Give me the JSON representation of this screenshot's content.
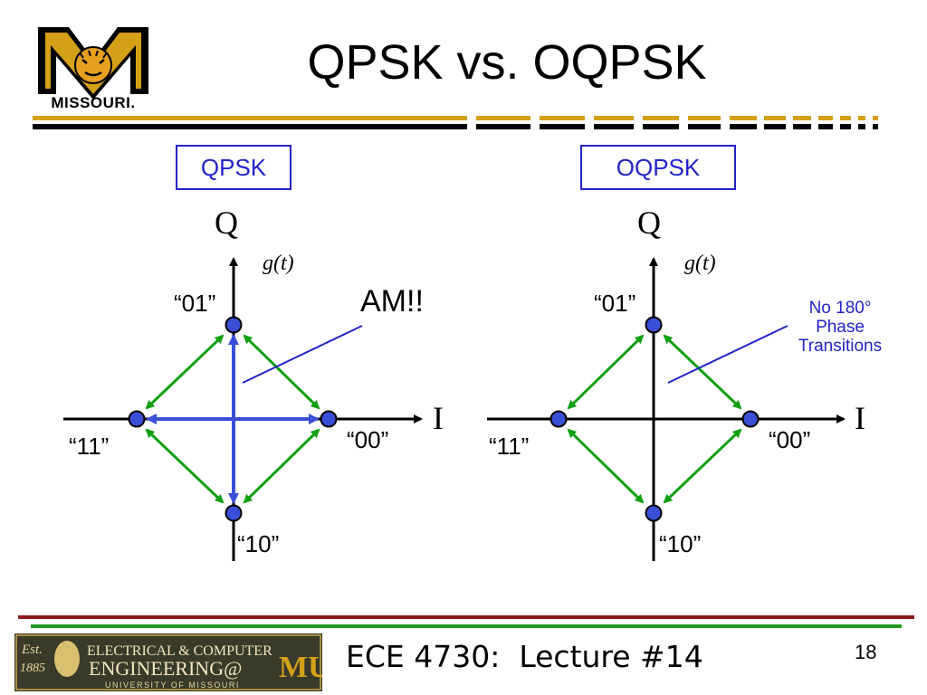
{
  "slide": {
    "title": "QPSK vs. OQPSK",
    "logo_text": "MISSOURI.",
    "footer_logo": {
      "est": "Est.",
      "year": "1885",
      "line1": "ELECTRICAL & COMPUTER",
      "line2": "ENGINEERING@",
      "mu": "MU",
      "line3": "UNIVERSITY OF MISSOURI"
    },
    "footer_text": "ECE 4730:  Lecture #14",
    "page_number": "18"
  },
  "diagrams": {
    "left": {
      "label": "QPSK",
      "q_axis": "Q",
      "i_axis": "I",
      "gt": "g(t)",
      "symbols": {
        "top": "“01”",
        "left": "“11”",
        "right": "“00”",
        "bottom": "“10”"
      },
      "annotation": "AM!!"
    },
    "right": {
      "label": "OQPSK",
      "q_axis": "Q",
      "i_axis": "I",
      "gt": "g(t)",
      "symbols": {
        "top": "“01”",
        "left": "“11”",
        "right": "“00”",
        "bottom": "“10”"
      },
      "annotation_lines": [
        "No 180°",
        "Phase",
        "Transitions"
      ]
    }
  },
  "colors": {
    "accent_blue": "#2323c8",
    "point_blue": "#3a4fd8",
    "arrow_green": "#12a012",
    "gold": "#d4a017",
    "maroon": "#8b1a1a",
    "footer_green": "#1e9a1e"
  }
}
